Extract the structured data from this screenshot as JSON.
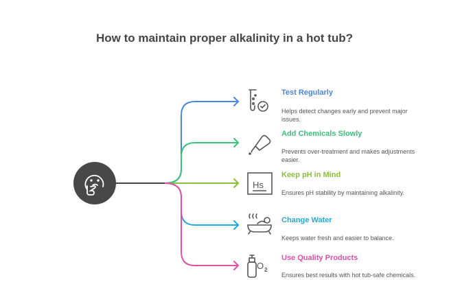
{
  "title": "How to maintain proper alkalinity in a hot tub?",
  "center_icon": "thinking-face-icon",
  "items": [
    {
      "title": "Test Regularly",
      "description": "Helps detect changes early and prevent major issues.",
      "color": "#4a86e0",
      "icon": "test-tube-check-icon"
    },
    {
      "title": "Add Chemicals Slowly",
      "description": "Prevents over-treatment and makes adjustments easier.",
      "color": "#3cc07c",
      "icon": "dropper-bottle-icon"
    },
    {
      "title": "Keep pH in Mind",
      "description": "Ensures pH stability by maintaining alkalinity.",
      "color": "#8bbf3a",
      "icon": "element-hs-icon"
    },
    {
      "title": "Change Water",
      "description": "Keeps water fresh and easier to balance.",
      "color": "#22aadd",
      "icon": "hot-bath-icon"
    },
    {
      "title": "Use Quality Products",
      "description": "Ensures best results with hot tub-safe chemicals.",
      "color": "#e04fa5",
      "icon": "bottle-o2-icon"
    }
  ]
}
